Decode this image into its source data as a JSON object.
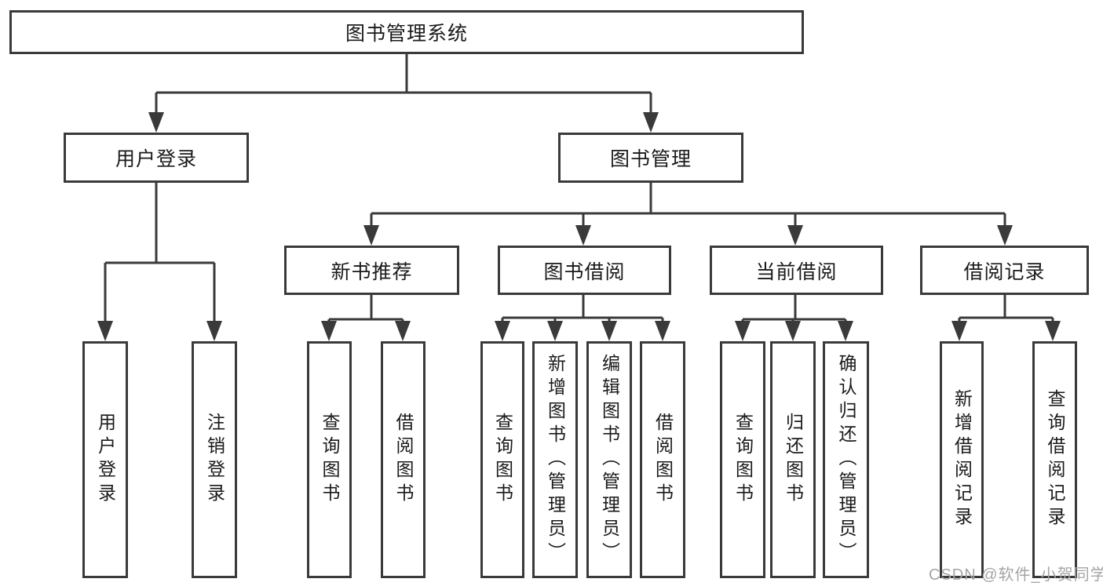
{
  "diagram": {
    "root": "图书管理系统",
    "level2": [
      "用户登录",
      "图书管理"
    ],
    "level3": [
      "新书推荐",
      "图书借阅",
      "当前借阅",
      "借阅记录"
    ],
    "leaves": {
      "user_login": [
        "用户登录",
        "注销登录"
      ],
      "new_book_recommend": [
        "查询图书",
        "借阅图书"
      ],
      "book_borrow": [
        "查询图书",
        "新增图书（管理员）",
        "编辑图书（管理员）",
        "借阅图书"
      ],
      "current_borrow": [
        "查询图书",
        "归还图书",
        "确认归还（管理员）"
      ],
      "borrow_record": [
        "新增借阅记录",
        "查询借阅记录"
      ]
    }
  },
  "colors": {
    "line": "#3a3a3a",
    "text": "#1a1a1a",
    "watermark_text": "#a5a5a5",
    "background": "#ffffff"
  },
  "watermark": "CSDN @软件_小贺同学"
}
